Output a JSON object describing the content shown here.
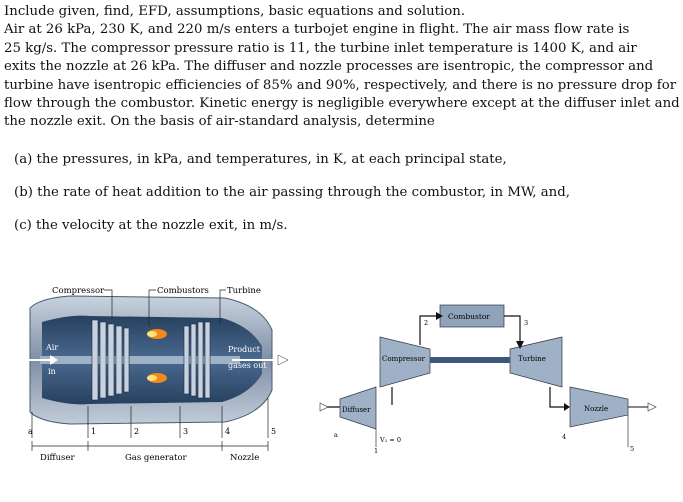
{
  "problem": {
    "lines": [
      "Include given, find, EFD, assumptions, basic equations and solution.",
      "Air at 26 kPa, 230 K, and 220 m/s enters a turbojet engine in flight. The air mass flow rate is",
      "25 kg/s. The compressor pressure ratio is 11, the turbine inlet temperature is 1400 K, and air",
      "exits the nozzle at 26 kPa. The diffuser and nozzle processes are isentropic, the compressor and",
      "turbine have isentropic efficiencies of 85% and 90%, respectively, and there is no pressure drop for",
      "flow through the combustor. Kinetic energy is negligible everywhere except at the diffuser inlet and",
      "the nozzle exit. On the basis of air-standard analysis, determine"
    ],
    "parts": [
      "(a) the pressures, in kPa, and temperatures, in K, at each principal state,",
      "(b) the rate of heat addition to the air passing through the combustor, in MW, and,",
      "(c) the velocity at the nozzle exit, in m/s."
    ]
  },
  "engine_figure": {
    "top_labels": {
      "compressor": "Compressor",
      "combustors": "Combustors",
      "turbine": "Turbine"
    },
    "inlet_label": [
      "Air",
      "in"
    ],
    "exhaust_label": [
      "Product",
      "gases out"
    ],
    "states": [
      "a",
      "1",
      "2",
      "3",
      "4",
      "5"
    ],
    "bottom_labels": {
      "diffuser": "Diffuser",
      "gas_generator": "Gas generator",
      "nozzle": "Nozzle"
    }
  },
  "schematic": {
    "combustor": "Combustor",
    "compressor": "Compressor",
    "turbine": "Turbine",
    "diffuser": "Diffuser",
    "nozzle": "Nozzle",
    "v1": "V₁ = 0",
    "states": [
      "a",
      "1",
      "2",
      "3",
      "4",
      "5"
    ]
  }
}
